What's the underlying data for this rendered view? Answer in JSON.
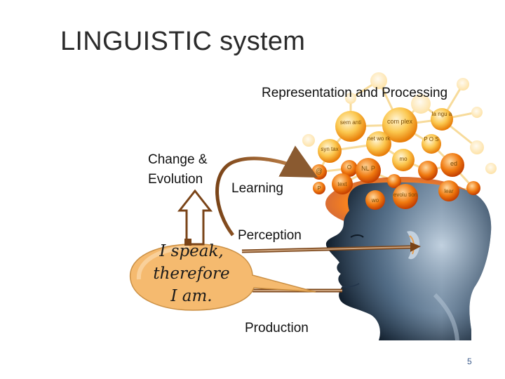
{
  "title": "LINGUISTIC system",
  "labels": {
    "representation": "Representation and Processing",
    "change": "Change &",
    "evolution": "Evolution",
    "learning": "Learning",
    "perception": "Perception",
    "production": "Production"
  },
  "speech": {
    "line1": "I speak,",
    "line2": "therefore",
    "line3": "I am."
  },
  "bubbles": {
    "sem": "sem anti",
    "complex": "com plex",
    "network": "net wo rk",
    "syntax": "syn tax",
    "nlp": "NL P",
    "text": "text",
    "evolution": "evolu tion",
    "morph": "mo",
    "pos": "P O S",
    "lang": "la ngu a",
    "ed": "ed",
    "learn": "lear",
    "word": "wo",
    "p": "P",
    "o": "O",
    "at": "@"
  },
  "page_number": "5",
  "colors": {
    "bubble_orange": "#f39a10",
    "bubble_light": "#fde7a8",
    "arrow_brown": "#7a4418",
    "speech_fill": "#f6c489"
  }
}
